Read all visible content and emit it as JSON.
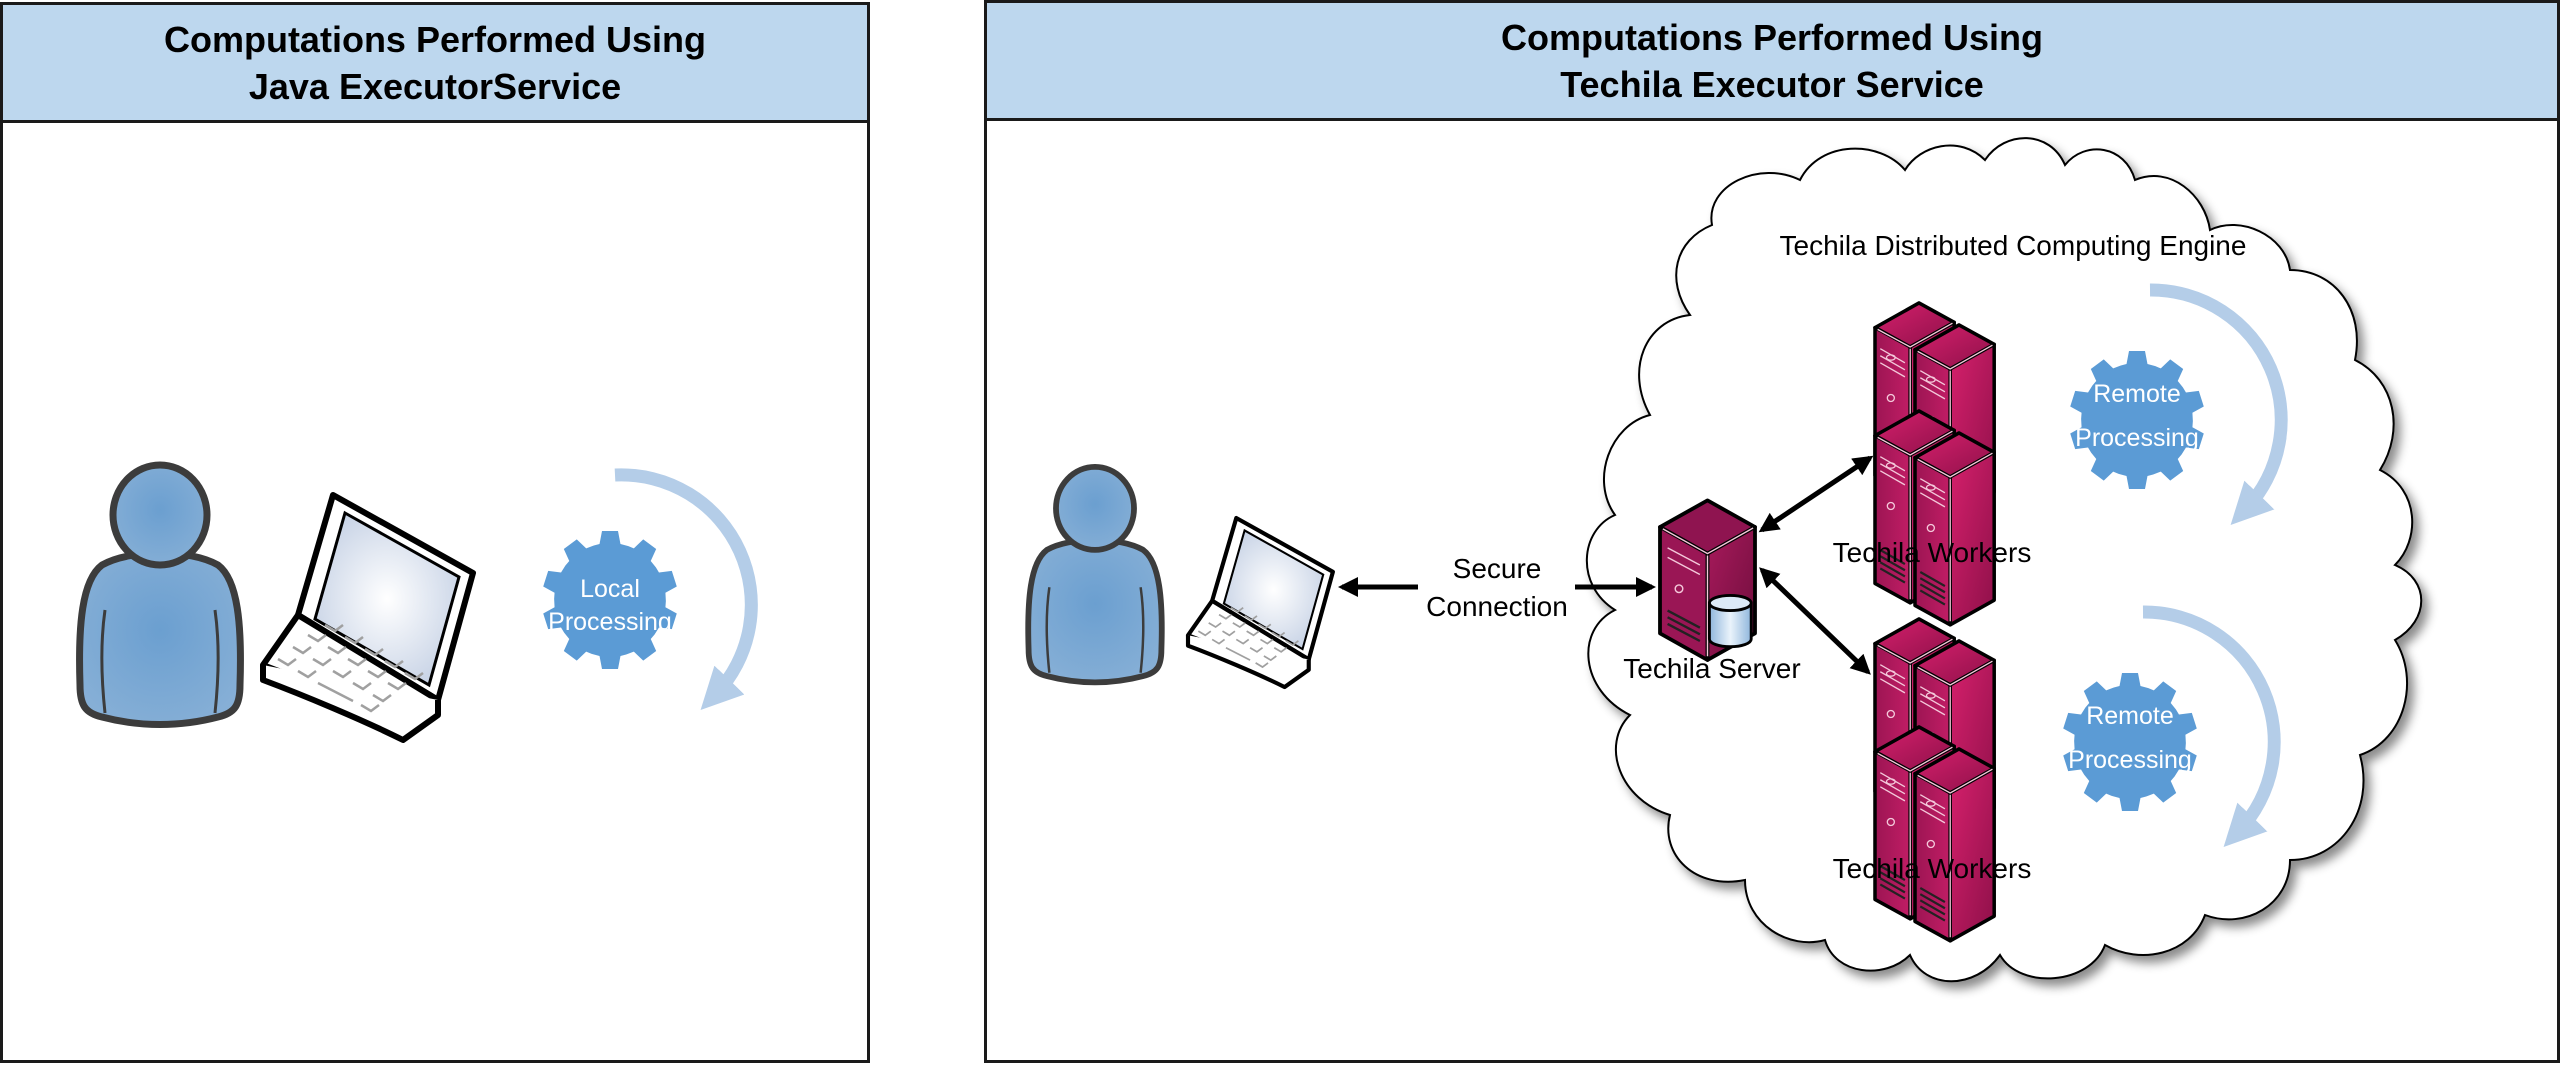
{
  "left_panel": {
    "title_line1": "Computations Performed Using",
    "title_line2": "Java ExecutorService",
    "gear": {
      "label_line1": "Local",
      "label_line2": "Processing"
    }
  },
  "right_panel": {
    "title_line1": "Computations Performed Using",
    "title_line2": "Techila Executor Service",
    "connection_label_line1": "Secure",
    "connection_label_line2": "Connection",
    "cloud_label": "Techila Distributed Computing Engine",
    "server_label": "Techila Server",
    "worker_groups": [
      {
        "label": "Techila Workers",
        "gear_line1": "Remote",
        "gear_line2": "Processing"
      },
      {
        "label": "Techila Workers",
        "gear_line1": "Remote",
        "gear_line2": "Processing"
      }
    ]
  },
  "colors": {
    "header_bg": "#bdd7ee",
    "gear_blue": "#5b9bd5",
    "arrow_arc": "#b4cde8",
    "person_blue": "#7aa7d1",
    "server_magenta": "#b0185c",
    "server_dark": "#7a1144"
  }
}
